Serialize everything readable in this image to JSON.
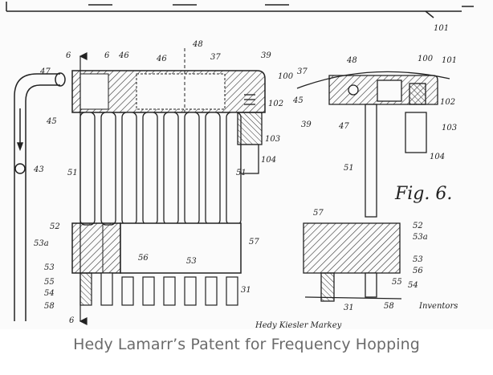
{
  "figure": {
    "fig_label": "Fig. 6.",
    "inventors_label": "Inventors",
    "signature_text": "Hedy Kiesler Markey",
    "reference_numerals": {
      "n6_top": "6",
      "n6_bottom": "6",
      "n6_c": "6",
      "n47": "47",
      "n45": "45",
      "n43": "43",
      "n46a": "46",
      "n46b": "46",
      "n48": "48",
      "n37": "37",
      "n39": "39",
      "n100": "100",
      "n102": "102",
      "n103": "103",
      "n104": "104",
      "n51a": "51",
      "n51b": "51",
      "n52": "52",
      "n53a": "53a",
      "n53": "53",
      "n55": "55",
      "n54": "54",
      "n58": "58",
      "n56": "56",
      "n53b": "53",
      "n57": "57",
      "n31": "31",
      "n101": "101",
      "r37": "37",
      "r48": "48",
      "r100": "100",
      "r101": "101",
      "r45": "45",
      "r39": "39",
      "r47": "47",
      "r102": "102",
      "r103": "103",
      "r104": "104",
      "r51": "51",
      "r57": "57",
      "r52": "52",
      "r53a": "53a",
      "r53": "53",
      "r56": "56",
      "r55": "55",
      "r54": "54",
      "r31": "31",
      "r58": "58"
    }
  },
  "caption": "Hedy Lamarr’s Patent for Frequency Hopping"
}
